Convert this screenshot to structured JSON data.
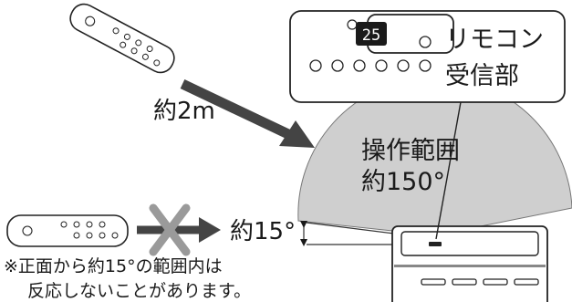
{
  "callout": {
    "title_line1": "リモコン",
    "title_line2": "受信部",
    "display_value": "25"
  },
  "distance_label": "約2m",
  "operating_range": {
    "title": "操作範囲",
    "angle_label": "約150°"
  },
  "vertical_angle_label": "約15°",
  "note": {
    "line1": "※正面から約15°の範囲内は",
    "line2": "反応しないことがあります。"
  },
  "colors": {
    "range_fill": "#cfcfcf",
    "arrow": "#444444",
    "cross": "#9a9a9a",
    "ink": "#1a1a1a"
  }
}
